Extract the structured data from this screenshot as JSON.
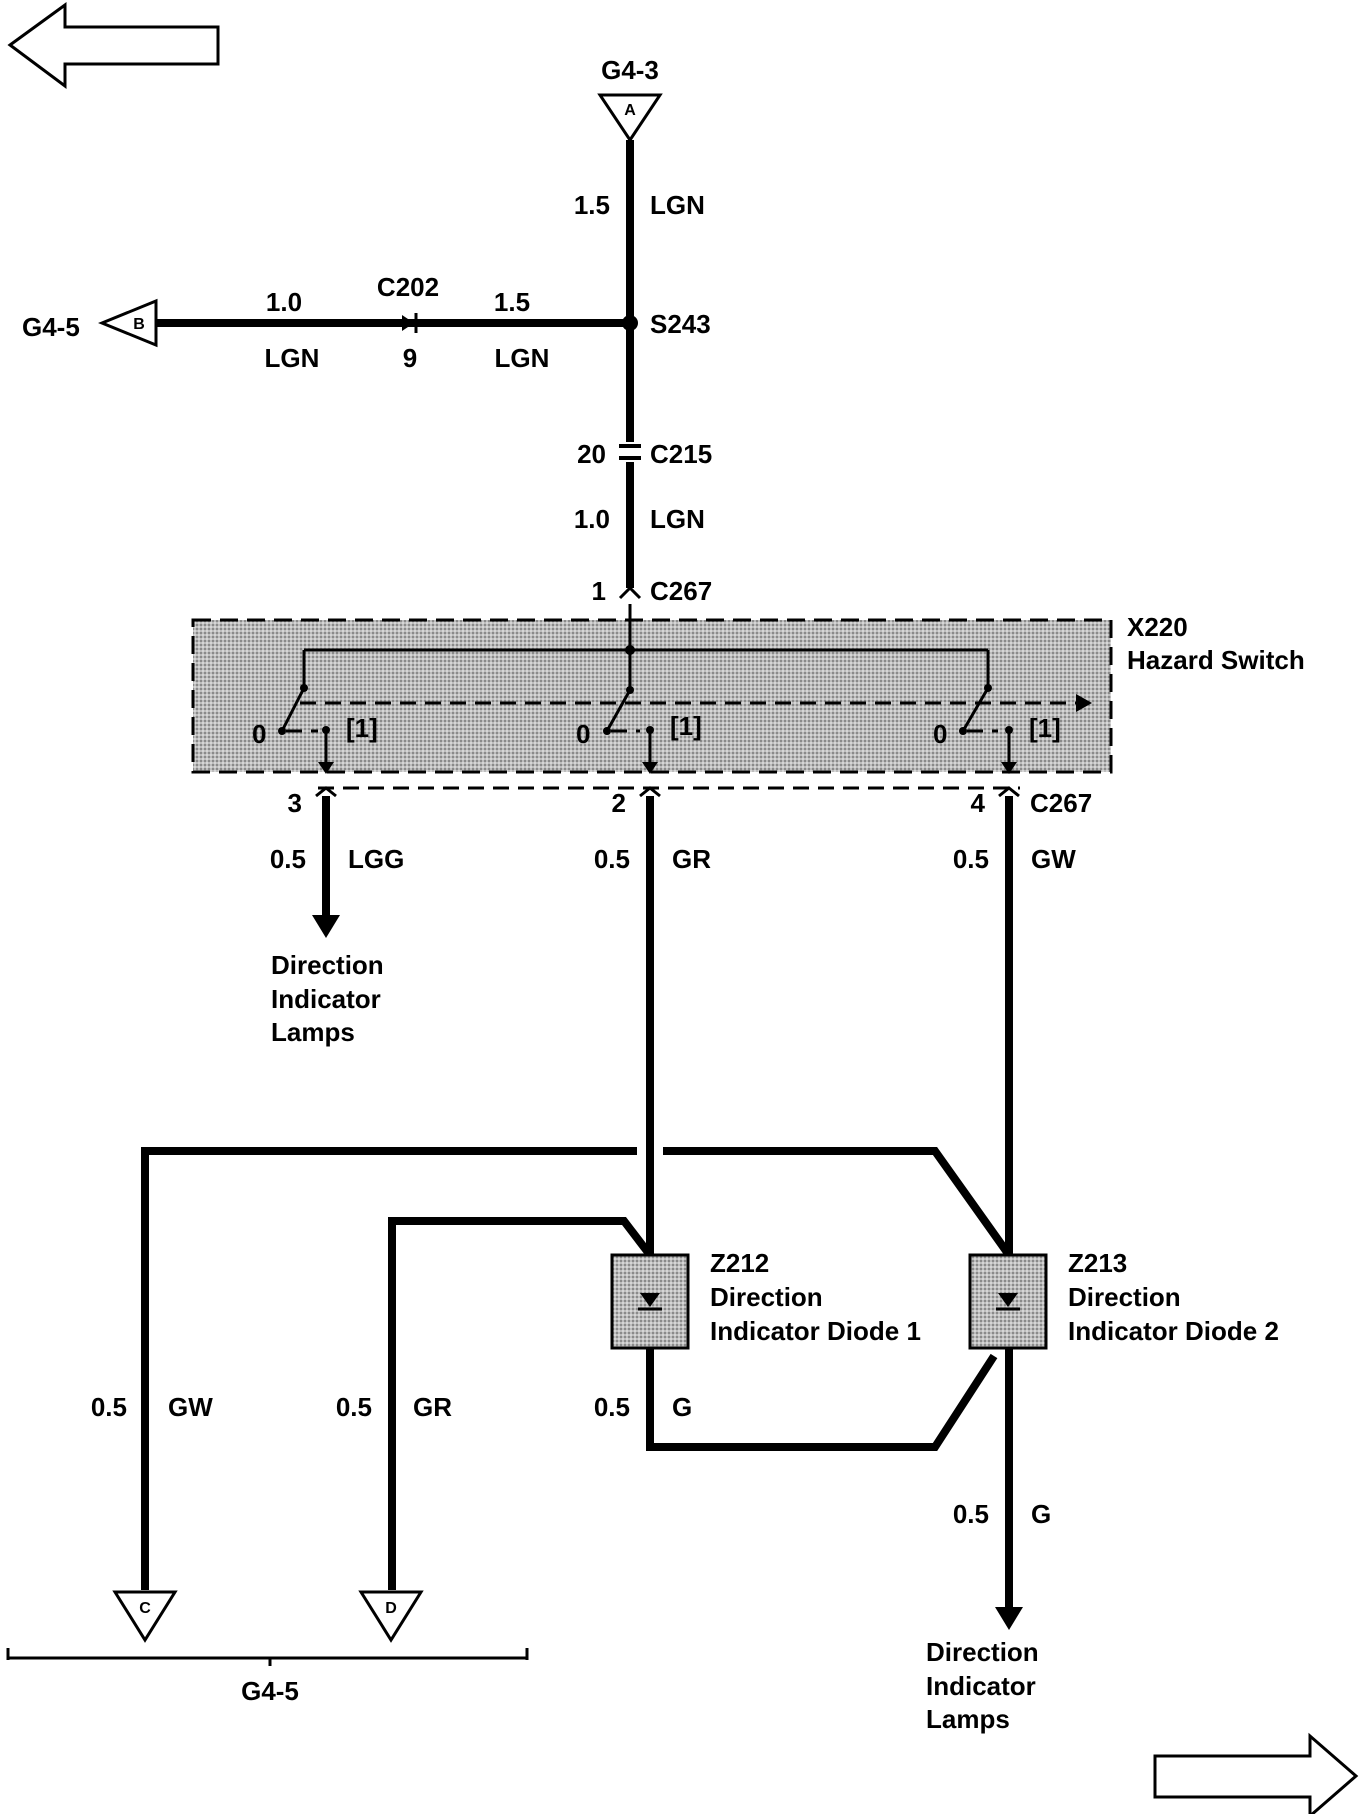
{
  "nav": {
    "prev_icon": "arrow-left-outline-icon",
    "next_icon": "arrow-right-outline-icon"
  },
  "connectors": {
    "g43": {
      "ref": "G4-3",
      "letter": "A"
    },
    "g45_side": {
      "ref": "G4-5",
      "letter": "B"
    },
    "bottom_c": {
      "letter": "C"
    },
    "bottom_d": {
      "letter": "D"
    },
    "bottom_group_ref": "G4-5"
  },
  "top_wire": {
    "gauge": "1.5",
    "color": "LGN"
  },
  "splice": {
    "label": "S243"
  },
  "side_wire": {
    "connector": "C202",
    "pin": "9",
    "left_gauge": "1.0",
    "left_color": "LGN",
    "right_gauge": "1.5",
    "right_color": "LGN"
  },
  "c215": {
    "pin": "20",
    "label": "C215"
  },
  "mid_wire": {
    "gauge": "1.0",
    "color": "LGN"
  },
  "c267_top": {
    "pin": "1",
    "label": "C267"
  },
  "hazard_switch": {
    "id": "X220",
    "name": "Hazard Switch",
    "pos0": "0",
    "pos1": "[1]"
  },
  "c267_bottom": {
    "pin_left": "3",
    "pin_mid": "2",
    "pin_right": "4",
    "label": "C267"
  },
  "output_wires": {
    "left": {
      "gauge": "0.5",
      "color": "LGG"
    },
    "mid": {
      "gauge": "0.5",
      "color": "GR"
    },
    "right": {
      "gauge": "0.5",
      "color": "GW"
    }
  },
  "lamps_left": [
    "Direction",
    "Indicator",
    "Lamps"
  ],
  "lamps_right": [
    "Direction",
    "Indicator",
    "Lamps"
  ],
  "diode1": {
    "id": "Z212",
    "line1": "Direction",
    "line2": "Indicator Diode 1"
  },
  "diode2": {
    "id": "Z213",
    "line1": "Direction",
    "line2": "Indicator Diode 2"
  },
  "lower_wires": {
    "gw": {
      "gauge": "0.5",
      "color": "GW"
    },
    "gr": {
      "gauge": "0.5",
      "color": "GR"
    },
    "g_diode": {
      "gauge": "0.5",
      "color": "G"
    },
    "g_out": {
      "gauge": "0.5",
      "color": "G"
    }
  }
}
